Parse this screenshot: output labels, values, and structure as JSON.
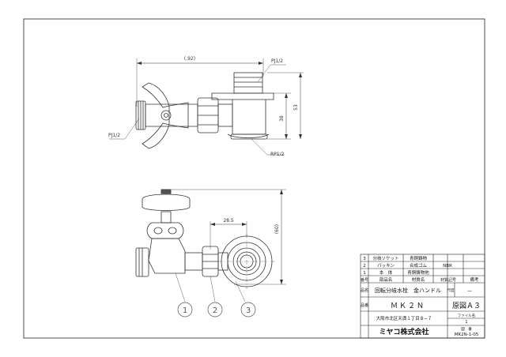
{
  "dimensions": {
    "top_width": "(.92)",
    "top_height_inner": "38",
    "top_height_outer": "53",
    "front_offset": "28.5",
    "front_height": "(60)"
  },
  "callouts": {
    "top_thread_right": "PJ1/2",
    "top_thread_left": "PJ1/2",
    "top_thread_bottom": "RP1/2"
  },
  "balloons": [
    "1",
    "2",
    "3"
  ],
  "parts_table": {
    "rows": [
      {
        "no": "3",
        "name": "分岐ソケット",
        "material": "青銅鋳物",
        "note": ""
      },
      {
        "no": "2",
        "name": "パッキン",
        "material": "合成ゴム",
        "note": "NBR"
      },
      {
        "no": "1",
        "name": "本　体",
        "material": "青銅鋳物他",
        "note": ""
      }
    ],
    "header": {
      "no": "番号",
      "name": "部品名",
      "material": "材質名",
      "code": "材質記号",
      "note": "備考"
    }
  },
  "title_block": {
    "label_name": "品名",
    "product_name": "回転分岐水栓　金ハンドル",
    "label_scale": "尺度",
    "scale": "—",
    "label_model": "品番",
    "model": "ＭＫ２Ｎ",
    "sheet_size": "原図Ａ３",
    "address": "大阪市北区天満１丁目８−７",
    "label_file": "ファイル名",
    "file": "1",
    "company": "ミヤコ株式会社",
    "label_drawing": "図　番",
    "drawing_no": "MK2N-1-05"
  }
}
